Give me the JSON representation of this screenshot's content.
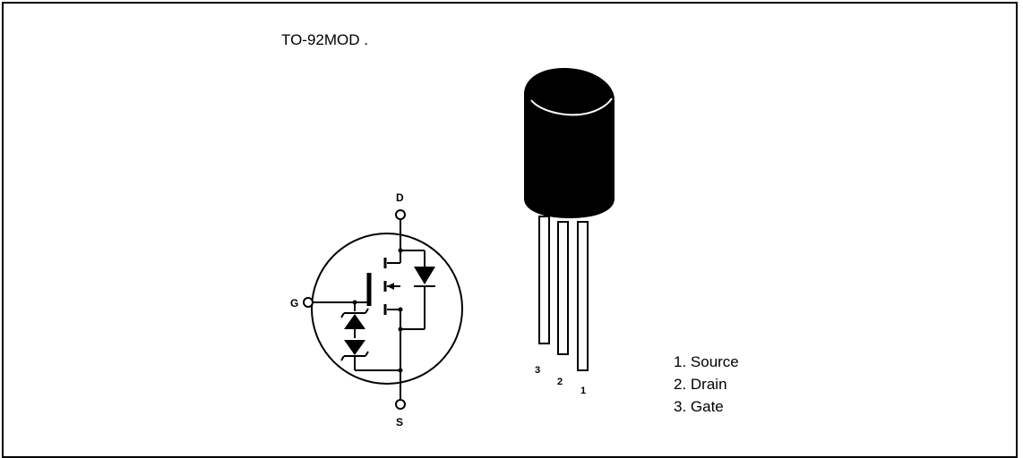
{
  "package_label": "TO-92MOD .",
  "terminals": {
    "drain": "D",
    "gate": "G",
    "source": "S"
  },
  "pin_numbers": {
    "left": "3",
    "middle": "2",
    "right": "1"
  },
  "pin_legend": [
    "1. Source",
    "2. Drain",
    "3. Gate"
  ],
  "colors": {
    "ink": "#000000",
    "background": "#ffffff"
  }
}
